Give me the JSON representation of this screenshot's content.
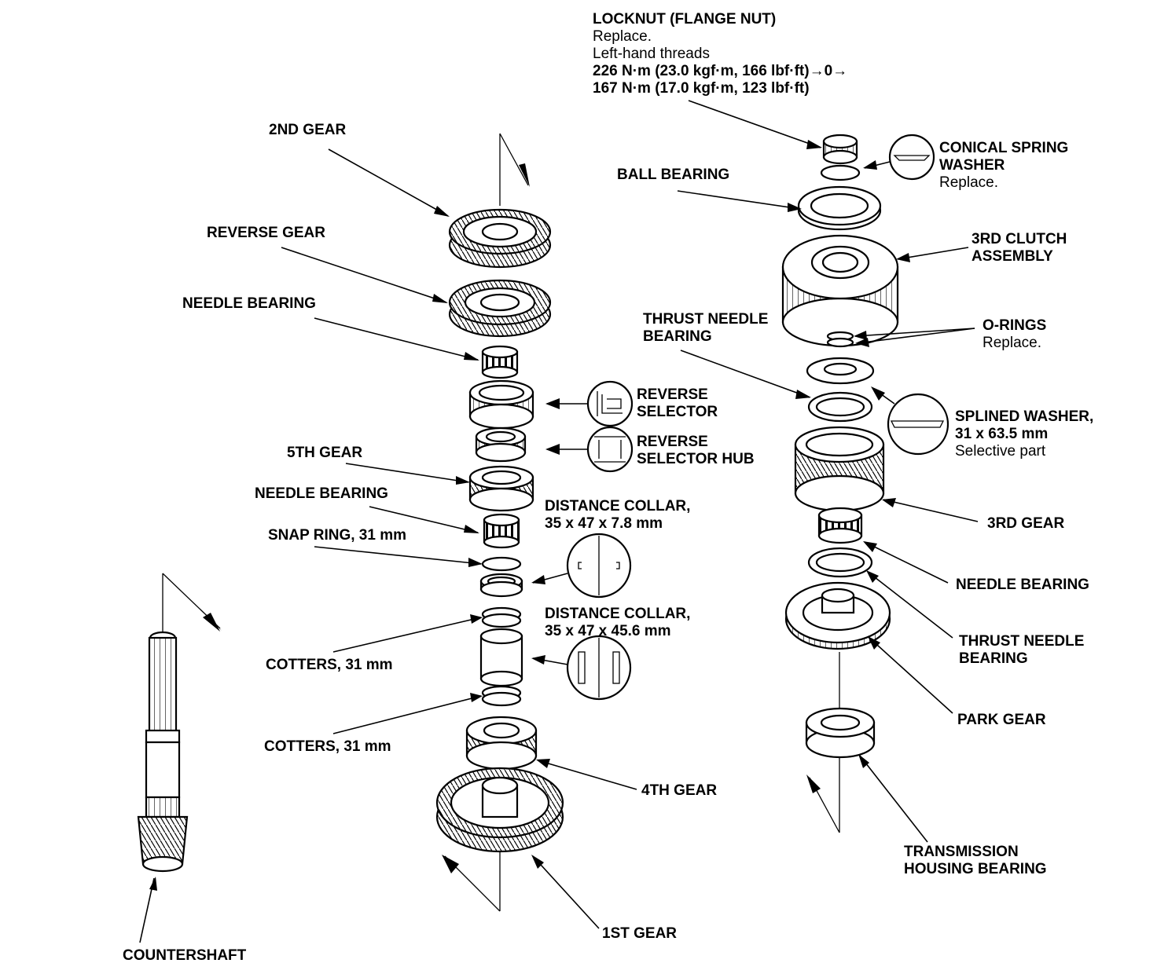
{
  "colors": {
    "ink": "#000000",
    "paper": "#ffffff"
  },
  "labels": {
    "locknut": {
      "title": "LOCKNUT (FLANGE NUT)",
      "note1": "Replace.",
      "note2": "Left-hand threads",
      "torque1": "226 N·m (23.0 kgf·m, 166 lbf·ft)→0→",
      "torque2": "167 N·m (17.0 kgf·m, 123 lbf·ft)"
    },
    "conical_spring_washer": {
      "line1": "CONICAL SPRING",
      "line2": "WASHER",
      "note": "Replace."
    },
    "ball_bearing": {
      "text": "BALL BEARING"
    },
    "third_clutch": {
      "line1": "3RD CLUTCH",
      "line2": "ASSEMBLY"
    },
    "thrust_needle_bearing_upper": {
      "line1": "THRUST NEEDLE",
      "line2": "BEARING"
    },
    "o_rings": {
      "line1": "O-RINGS",
      "note": "Replace."
    },
    "splined_washer": {
      "line1": "SPLINED WASHER,",
      "line2": "31 x 63.5 mm",
      "note": "Selective part"
    },
    "third_gear": {
      "text": "3RD GEAR"
    },
    "needle_bearing_right": {
      "text": "NEEDLE BEARING"
    },
    "thrust_needle_bearing_lower": {
      "line1": "THRUST NEEDLE",
      "line2": "BEARING"
    },
    "park_gear": {
      "text": "PARK GEAR"
    },
    "transmission_housing_bearing": {
      "line1": "TRANSMISSION",
      "line2": "HOUSING BEARING"
    },
    "second_gear": {
      "text": "2ND GEAR"
    },
    "reverse_gear": {
      "text": "REVERSE GEAR"
    },
    "needle_bearing_upper": {
      "text": "NEEDLE BEARING"
    },
    "reverse_selector": {
      "line1": "REVERSE",
      "line2": "SELECTOR"
    },
    "reverse_selector_hub": {
      "line1": "REVERSE",
      "line2": "SELECTOR HUB"
    },
    "fifth_gear": {
      "text": "5TH GEAR"
    },
    "needle_bearing_middle": {
      "text": "NEEDLE BEARING"
    },
    "distance_collar_short": {
      "line1": "DISTANCE COLLAR,",
      "line2": "35 x 47 x 7.8 mm"
    },
    "snap_ring": {
      "text": "SNAP RING, 31 mm"
    },
    "distance_collar_long": {
      "line1": "DISTANCE COLLAR,",
      "line2": "35 x 47 x 45.6 mm"
    },
    "cotters_upper": {
      "text": "COTTERS, 31 mm"
    },
    "cotters_lower": {
      "text": "COTTERS, 31 mm"
    },
    "fourth_gear": {
      "text": "4TH GEAR"
    },
    "first_gear": {
      "text": "1ST GEAR"
    },
    "countershaft": {
      "text": "COUNTERSHAFT"
    }
  }
}
